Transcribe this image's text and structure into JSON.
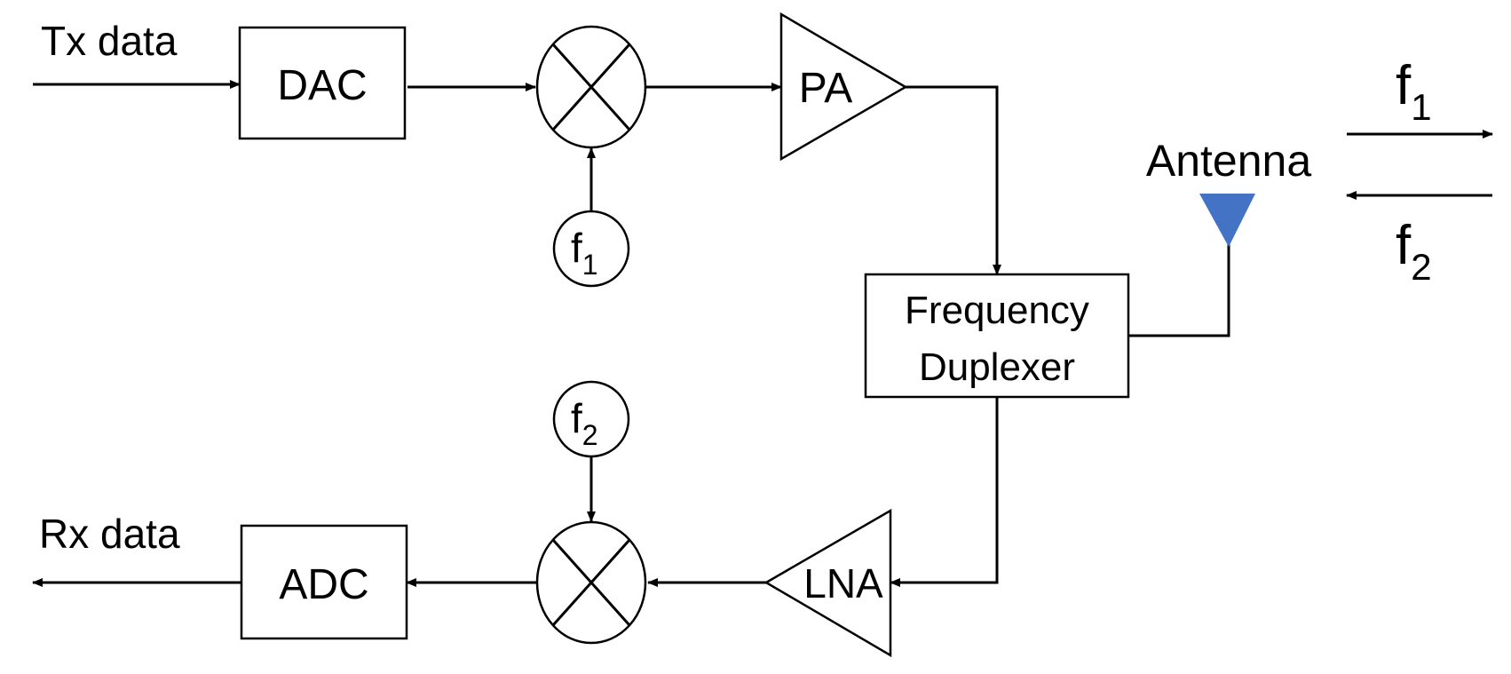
{
  "labels": {
    "tx_data": "Tx data",
    "rx_data": "Rx data",
    "dac": "DAC",
    "adc": "ADC",
    "pa": "PA",
    "lna": "LNA",
    "duplexer_line1": "Frequency",
    "duplexer_line2": "Duplexer",
    "antenna": "Antenna",
    "f": "f",
    "sub_1": "1",
    "sub_2": "2"
  },
  "colors": {
    "antenna_fill": "#4472C4",
    "stroke": "#000000"
  }
}
